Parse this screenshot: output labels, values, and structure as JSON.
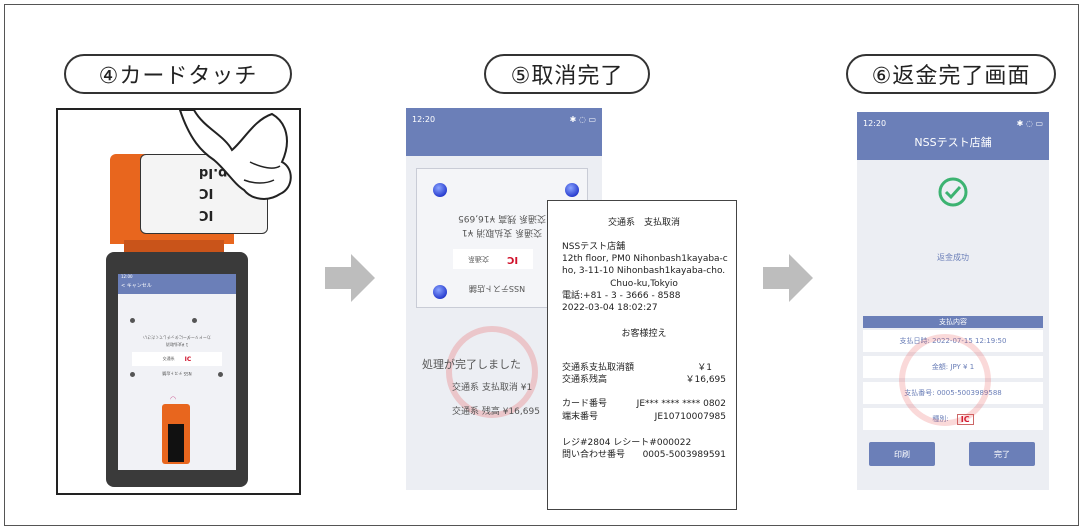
{
  "steps": {
    "s4": "④カードタッチ",
    "s5": "⑤取消完了",
    "s6": "⑥返金完了画面"
  },
  "panel1": {
    "card_text_1": "p.Id",
    "card_text_2": "IC",
    "card_text_3": "IC",
    "device_header": "< キャンセル",
    "device_status": "12:00",
    "device_line1": "カードリーダーにタッチしてください",
    "device_line2": "1 ¥支払取消",
    "device_brand_label": "交通系",
    "device_small": "NSS テスト店舗"
  },
  "panel5": {
    "status_time": "12:20",
    "mirror_line1": "交通系 支払取消 ¥1",
    "mirror_line2": "交通系 残高 ¥16,695",
    "mirror_shop": "NSSテスト店舗",
    "mirror_brand": "交通系",
    "processing": "処理が完了しました",
    "line_pay": "交通系 支払取消 ¥1",
    "line_balance": "交通系 残高 ¥16,695"
  },
  "receipt": {
    "title": "交通系　支払取消",
    "shop": "NSSテスト店舗",
    "addr1": "12th floor, PM0 Nihonbash1kayaba-c",
    "addr2": "ho, 3-11-10 Nihonbash1kayaba-cho.",
    "addr3": "Chuo-ku,Tokyio",
    "tel": "電話:+81 - 3 - 3666 - 8588",
    "datetime": "2022-03-04 18:02:27",
    "copy": "お客様控え",
    "amount_label": "交通系支払取消額",
    "amount_value": "￥1",
    "balance_label": "交通系残高",
    "balance_value": "￥16,695",
    "card_label": "カード番号",
    "card_value": "JE*** **** **** 0802",
    "term_label": "端末番号",
    "term_value": "JE10710007985",
    "register": "レジ#2804 レシート#000022",
    "inquiry_label": "問い合わせ番号",
    "inquiry_value": "0005-5003989591"
  },
  "panel6": {
    "status_time": "12:20",
    "title": "NSSテスト店舗",
    "success": "返金成功",
    "details_header": "支払内容",
    "row_date": "支払日時: 2022-07-15 12:19:50",
    "row_amount": "金額: JPY ¥ 1",
    "row_number": "支払番号: 0005-5003989588",
    "row_type": "種別:",
    "btn_print": "印刷",
    "btn_done": "完了"
  },
  "colors": {
    "accent": "#6b7fb8",
    "success": "#3cb371",
    "orange": "#e8661e"
  }
}
